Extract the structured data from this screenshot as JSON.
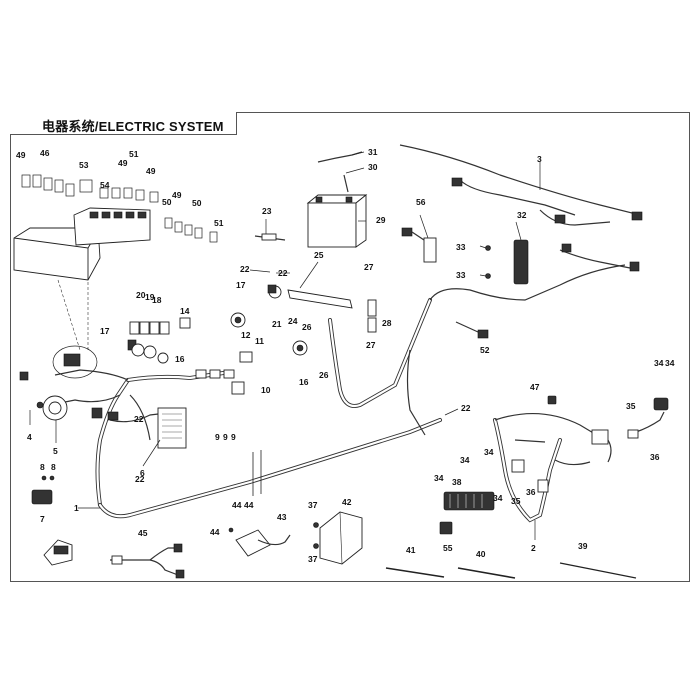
{
  "title": "电器系统/ELECTRIC SYSTEM",
  "callouts": [
    {
      "id": "c1",
      "label": "1"
    },
    {
      "id": "c2",
      "label": "2"
    },
    {
      "id": "c3",
      "label": "3"
    },
    {
      "id": "c4",
      "label": "4"
    },
    {
      "id": "c5",
      "label": "5"
    },
    {
      "id": "c6",
      "label": "6"
    },
    {
      "id": "c7",
      "label": "7"
    },
    {
      "id": "c8a",
      "label": "8"
    },
    {
      "id": "c8b",
      "label": "8"
    },
    {
      "id": "c9a",
      "label": "9"
    },
    {
      "id": "c9b",
      "label": "9"
    },
    {
      "id": "c9c",
      "label": "9"
    },
    {
      "id": "c10",
      "label": "10"
    },
    {
      "id": "c11",
      "label": "11"
    },
    {
      "id": "c12",
      "label": "12"
    },
    {
      "id": "c14",
      "label": "14"
    },
    {
      "id": "c16a",
      "label": "16"
    },
    {
      "id": "c16b",
      "label": "16"
    },
    {
      "id": "c17",
      "label": "17"
    },
    {
      "id": "c17b",
      "label": "17"
    },
    {
      "id": "c18",
      "label": "18"
    },
    {
      "id": "c19",
      "label": "19"
    },
    {
      "id": "c20",
      "label": "20"
    },
    {
      "id": "c21",
      "label": "21"
    },
    {
      "id": "c22a",
      "label": "22"
    },
    {
      "id": "c22b",
      "label": "22"
    },
    {
      "id": "c22c",
      "label": "22"
    },
    {
      "id": "c22d",
      "label": "22"
    },
    {
      "id": "c22e",
      "label": "22"
    },
    {
      "id": "c23",
      "label": "23"
    },
    {
      "id": "c24",
      "label": "24"
    },
    {
      "id": "c25",
      "label": "25"
    },
    {
      "id": "c26a",
      "label": "26"
    },
    {
      "id": "c26b",
      "label": "26"
    },
    {
      "id": "c27a",
      "label": "27"
    },
    {
      "id": "c27b",
      "label": "27"
    },
    {
      "id": "c28",
      "label": "28"
    },
    {
      "id": "c29",
      "label": "29"
    },
    {
      "id": "c30",
      "label": "30"
    },
    {
      "id": "c31",
      "label": "31"
    },
    {
      "id": "c32",
      "label": "32"
    },
    {
      "id": "c33a",
      "label": "33"
    },
    {
      "id": "c33b",
      "label": "33"
    },
    {
      "id": "c34a",
      "label": "34"
    },
    {
      "id": "c34b",
      "label": "34"
    },
    {
      "id": "c34c",
      "label": "34"
    },
    {
      "id": "c34d",
      "label": "34"
    },
    {
      "id": "c34e",
      "label": "34"
    },
    {
      "id": "c34f",
      "label": "34"
    },
    {
      "id": "c35a",
      "label": "35"
    },
    {
      "id": "c35b",
      "label": "35"
    },
    {
      "id": "c36a",
      "label": "36"
    },
    {
      "id": "c36b",
      "label": "36"
    },
    {
      "id": "c37a",
      "label": "37"
    },
    {
      "id": "c37b",
      "label": "37"
    },
    {
      "id": "c38",
      "label": "38"
    },
    {
      "id": "c39",
      "label": "39"
    },
    {
      "id": "c40",
      "label": "40"
    },
    {
      "id": "c41",
      "label": "41"
    },
    {
      "id": "c42",
      "label": "42"
    },
    {
      "id": "c43",
      "label": "43"
    },
    {
      "id": "c44a",
      "label": "44"
    },
    {
      "id": "c44b",
      "label": "44"
    },
    {
      "id": "c44c",
      "label": "44"
    },
    {
      "id": "c45",
      "label": "45"
    },
    {
      "id": "c46",
      "label": "46"
    },
    {
      "id": "c47",
      "label": "47"
    },
    {
      "id": "c49a",
      "label": "49"
    },
    {
      "id": "c49b",
      "label": "49"
    },
    {
      "id": "c49c",
      "label": "49"
    },
    {
      "id": "c49d",
      "label": "49"
    },
    {
      "id": "c50a",
      "label": "50"
    },
    {
      "id": "c50b",
      "label": "50"
    },
    {
      "id": "c51a",
      "label": "51"
    },
    {
      "id": "c51b",
      "label": "51"
    },
    {
      "id": "c52",
      "label": "52"
    },
    {
      "id": "c53",
      "label": "53"
    },
    {
      "id": "c54",
      "label": "54"
    },
    {
      "id": "c55",
      "label": "55"
    },
    {
      "id": "c56",
      "label": "56"
    }
  ]
}
